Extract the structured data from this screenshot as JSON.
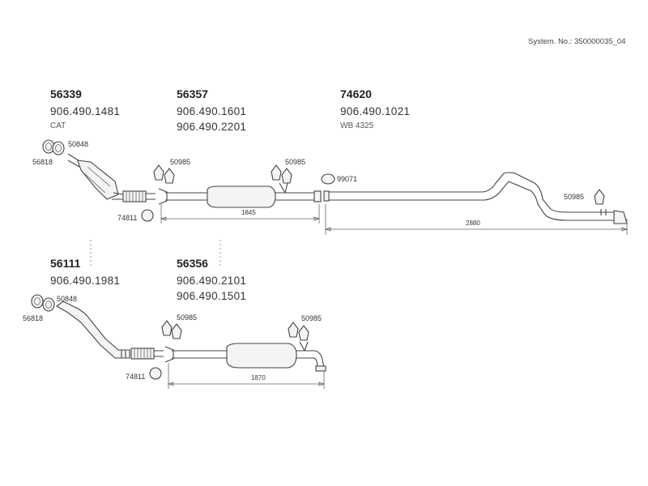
{
  "system_number": "System. No.: 350000035_04",
  "groups": {
    "cat_top": {
      "ref": "56339",
      "part_number": "906.490.1481",
      "note": "CAT"
    },
    "middle_top": {
      "ref": "56357",
      "part_numbers": [
        "906.490.1601",
        "906.490.2201"
      ]
    },
    "rear": {
      "ref": "74620",
      "part_number": "906.490.1021",
      "note": "WB 4325"
    },
    "front_bottom": {
      "ref": "56111",
      "part_number": "906.490.1981"
    },
    "middle_bottom": {
      "ref": "56356",
      "part_numbers": [
        "906.490.2101",
        "906.490.1501"
      ]
    }
  },
  "part_labels": {
    "top_gasket_a": "56818",
    "top_gasket_b": "50848",
    "top_clamp_a": "50985",
    "top_clamp_b": "50985",
    "top_clamp_c": "99071",
    "top_clamp_d": "50985",
    "top_clamp_ring": "74811",
    "bot_gasket_a": "56818",
    "bot_gasket_b": "50848",
    "bot_clamp_a": "50985",
    "bot_clamp_b": "50985",
    "bot_clamp_ring": "74811"
  },
  "dimensions": {
    "top_middle": "1845",
    "top_rear": "2880",
    "bottom_middle": "1870"
  }
}
